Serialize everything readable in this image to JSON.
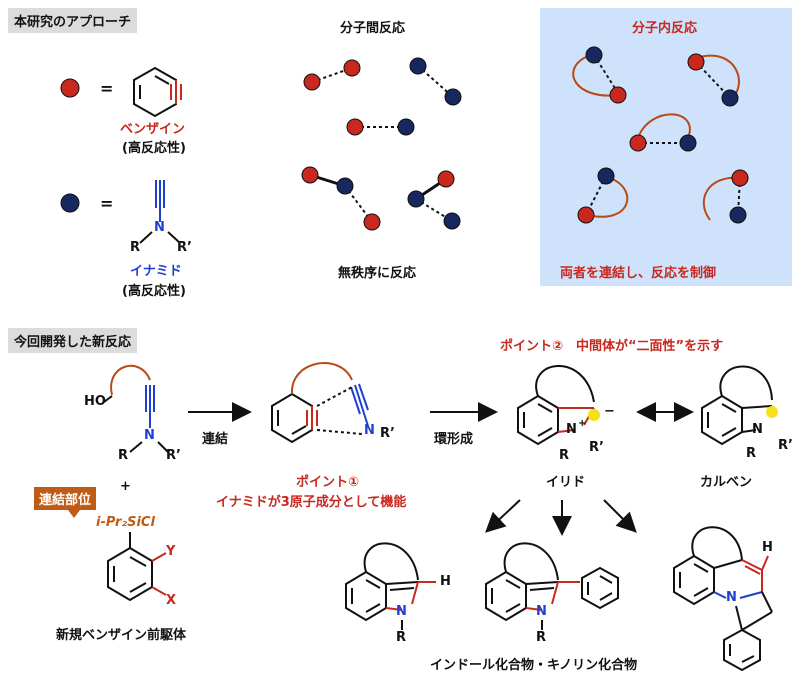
{
  "section_approach": {
    "title": "本研究のアプローチ"
  },
  "legend": {
    "equals": "=",
    "benzyne_label": "ベンザイン",
    "benzyne_sub": "(高反応性)",
    "ynamide_label": "イナミド",
    "ynamide_sub": "(高反応性)",
    "ynamide_atoms": {
      "n": "N",
      "r1": "R",
      "r2": "R’"
    }
  },
  "intermolecular": {
    "title": "分子間反応",
    "caption": "無秩序に反応"
  },
  "intramolecular": {
    "title": "分子内反応",
    "caption": "両者を連結し、反応を制御"
  },
  "section_new": {
    "title": "今回開発した新反応"
  },
  "scheme": {
    "start_ho": "HO",
    "start_n": "N",
    "start_r1": "R",
    "start_r2": "R’",
    "plus1": "+",
    "linker_tag": "連結部位",
    "reagent": "i-Pr₂SiCl",
    "y_label": "Y",
    "x_label": "X",
    "precursor_caption": "新規ベンザイン前駆体",
    "step1": "連結",
    "step2": "環形成",
    "int_n": "N",
    "int_r": "R’",
    "point1_title": "ポイント①",
    "point1_text": "イナミドが3原子成分として機能",
    "point2_text": "ポイント②　中間体が“二面性”を示す",
    "ylide_n": "N",
    "ylide_plus": "+",
    "ylide_r1": "R",
    "ylide_r2": "R’",
    "ylide_minus": "−",
    "ylide_caption": "イリド",
    "carbene_n": "N",
    "carbene_r1": "R",
    "carbene_r2": "R’",
    "carbene_caption": "カルベン",
    "prod1_h": "H",
    "prod1_n": "N",
    "prod1_r": "R",
    "prod2_n": "N",
    "prod2_r": "R",
    "prod3_h": "H",
    "prod3_n": "N",
    "products_caption": "インドール化合物・キノリン化合物"
  },
  "colors": {
    "red_dot": "#c8281e",
    "blue_dot": "#16285e",
    "tether": "#b84a16",
    "panel_bg": "#cfe2fb",
    "ylide_yellow": "#f5e11a",
    "label_red": "#c8281e",
    "label_blue": "#1f3fd2"
  }
}
